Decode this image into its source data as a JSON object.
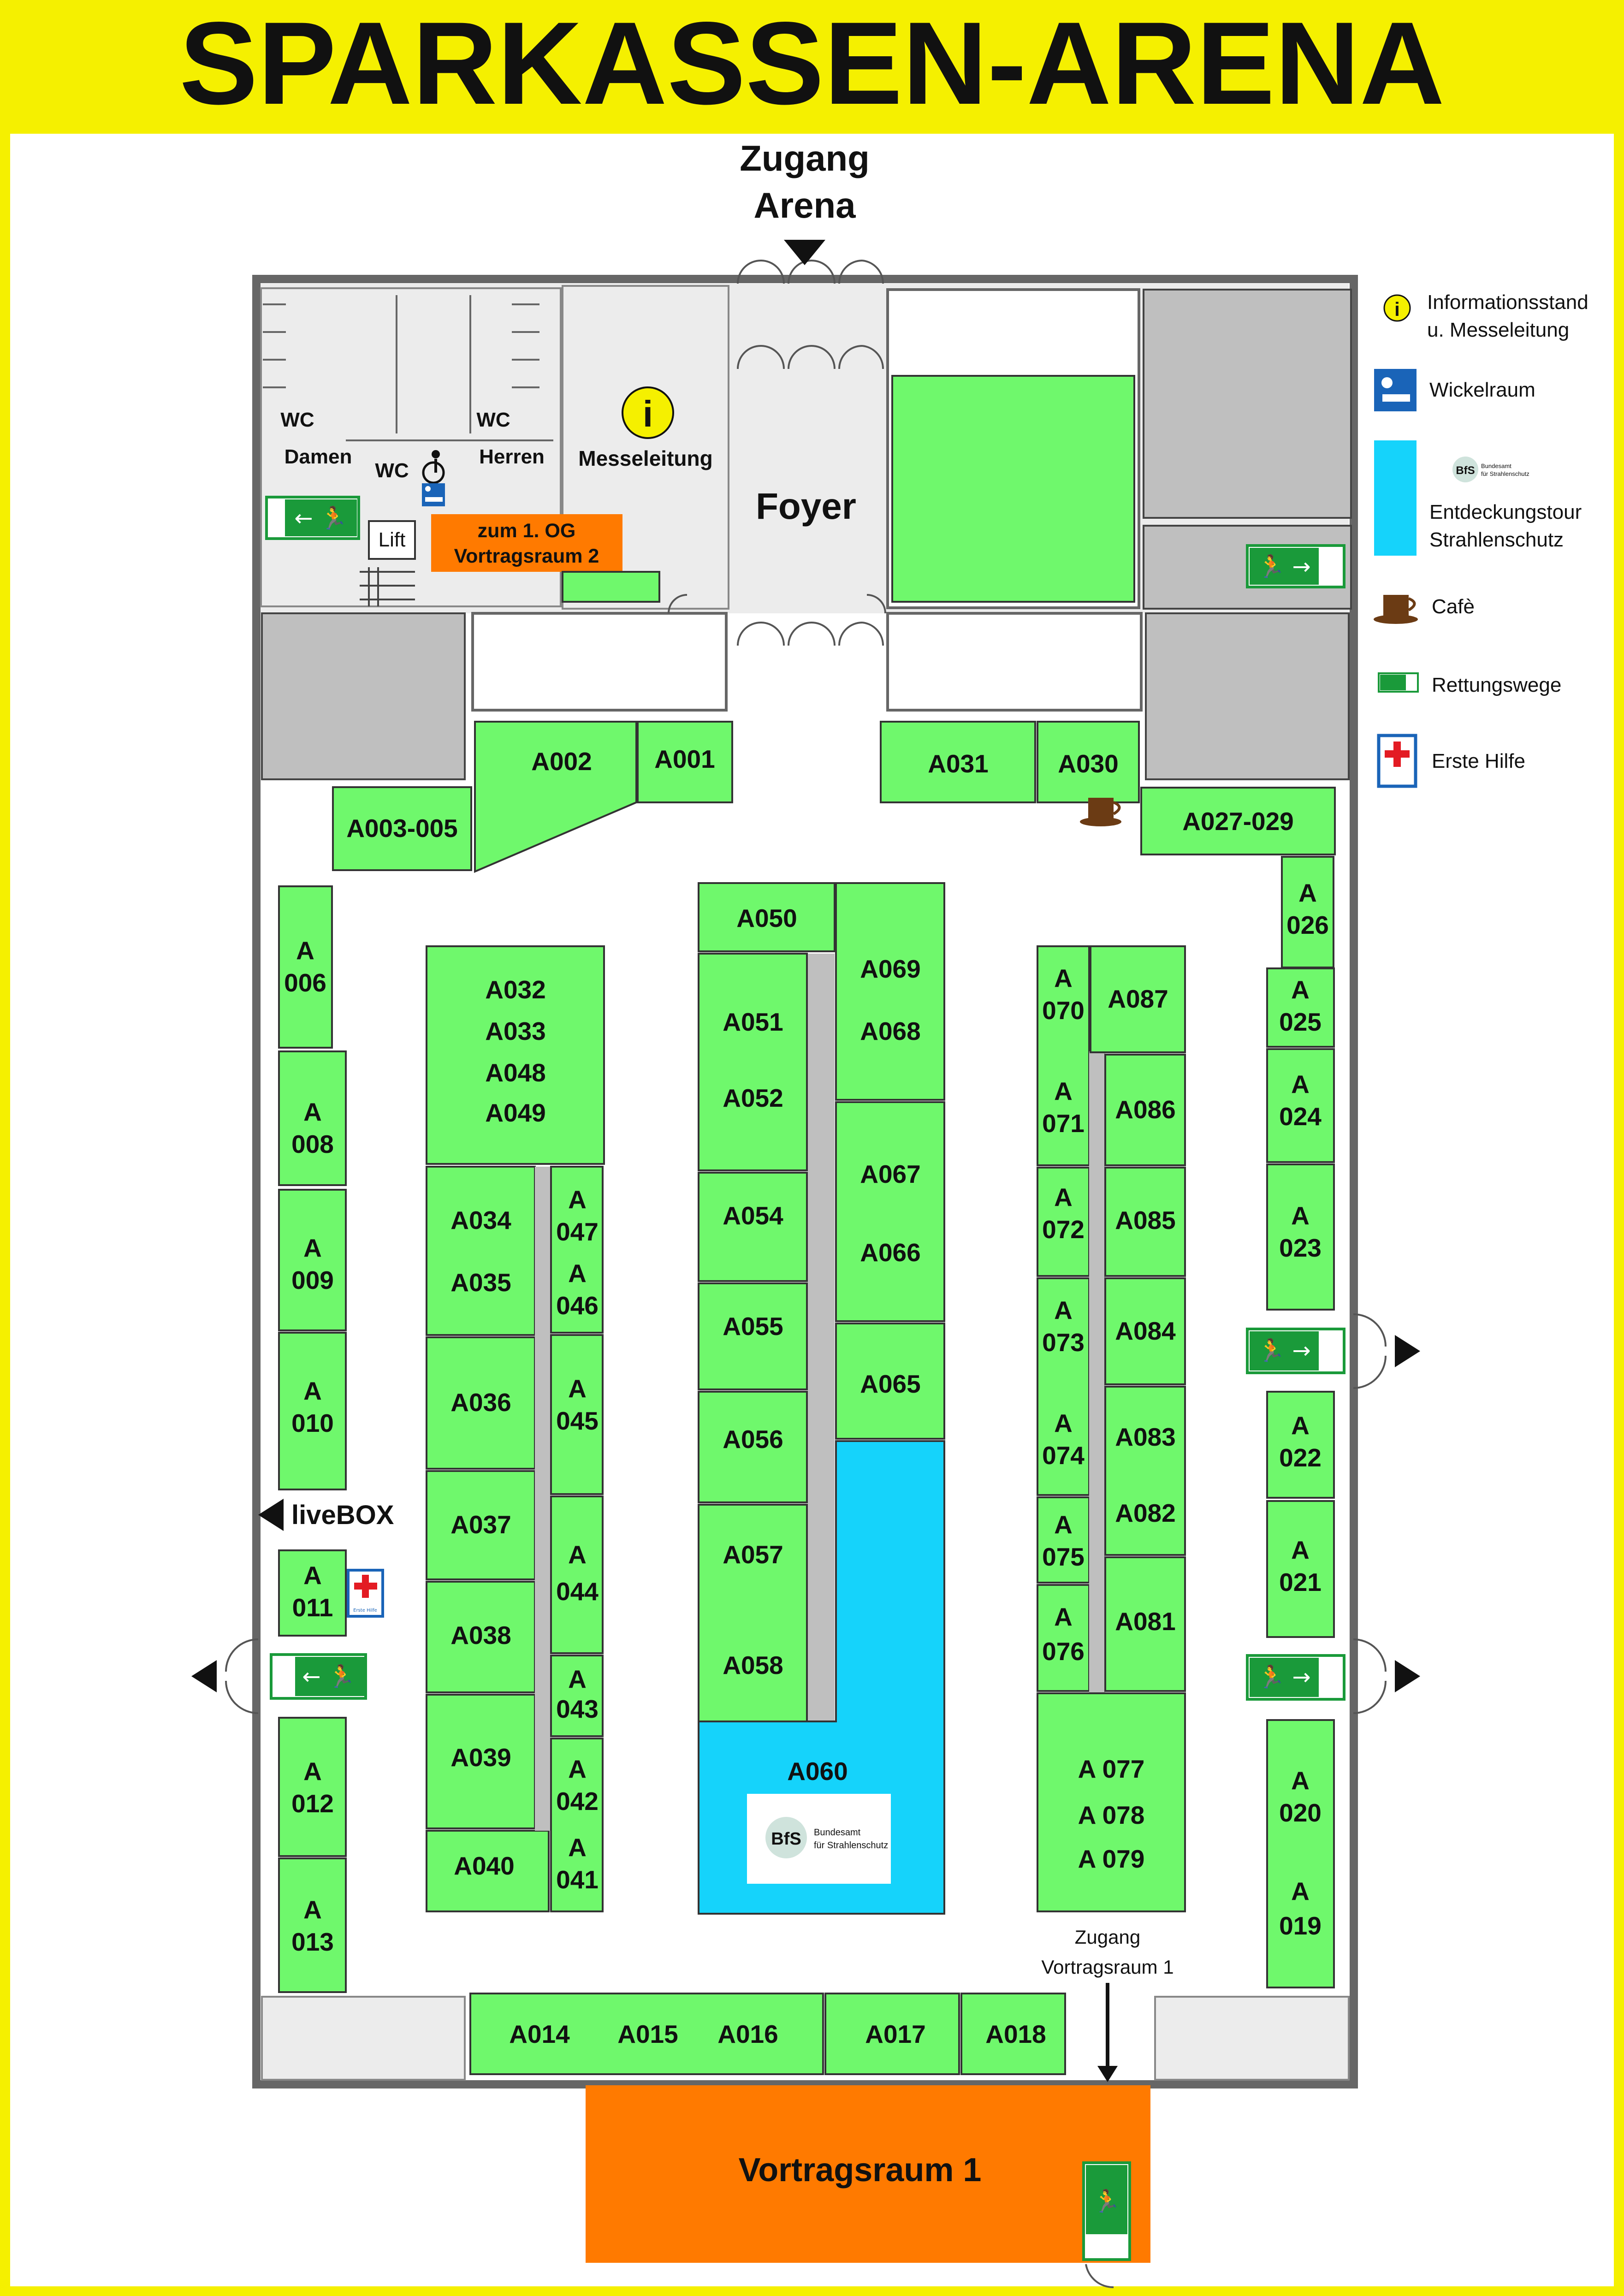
{
  "title": "SPARKASSEN-ARENA",
  "colors": {
    "frame": "#f5f000",
    "floor": "#6ff86c",
    "stand": "#6ff86c",
    "lecture": "#ff7a00",
    "bfs": "#15d3fb",
    "room_gray": "#bfbfbf",
    "exit_green": "#1a9a3a"
  },
  "labels": {
    "zugang_arena_line1": "Zugang",
    "zugang_arena_line2": "Arena",
    "foyer": "Foyer",
    "messeleitung": "Messeleitung",
    "wc_damen_1": "WC",
    "wc_damen_2": "Damen",
    "wc_herren_1": "WC",
    "wc_herren_2": "Herren",
    "wc_accessible": "WC",
    "lift": "Lift",
    "og_line1": "zum 1. OG",
    "og_line2": "Vortragsraum 2",
    "livebox": "liveBOX",
    "vortragsraum1": "Vortragsraum 1",
    "zugang_vr1_line1": "Zugang",
    "zugang_vr1_line2": "Vortragsraum 1",
    "info_i": "i",
    "bfs_logo_text": "BfS",
    "bfs_line1": "Bundesamt",
    "bfs_line2": "für Strahlenschutz"
  },
  "legend": [
    {
      "icon": "info-icon",
      "line1": "Informationsstand",
      "line2": "u. Messeleitung"
    },
    {
      "icon": "baby-changing-icon",
      "line1": "Wickelraum",
      "line2": ""
    },
    {
      "icon": "bfs-icon",
      "line1": "Entdeckungstour",
      "line2": "Strahlenschutz"
    },
    {
      "icon": "coffee-icon",
      "line1": "Cafè",
      "line2": ""
    },
    {
      "icon": "exit-icon",
      "line1": "Rettungswege",
      "line2": ""
    },
    {
      "icon": "first-aid-icon",
      "line1": "Erste Hilfe",
      "line2": ""
    }
  ],
  "legend_bfs_small_1": "Bundesamt",
  "legend_bfs_small_2": "für Strahlenschutz",
  "first_aid_small": "Erste Hilfe",
  "stands": {
    "A001": "A001",
    "A002": "A002",
    "A003_005": "A003-005",
    "A006_1": "A",
    "A006_2": "006",
    "A008_1": "A",
    "A008_2": "008",
    "A009_1": "A",
    "A009_2": "009",
    "A010_1": "A",
    "A010_2": "010",
    "A011_1": "A",
    "A011_2": "011",
    "A012_1": "A",
    "A012_2": "012",
    "A013_1": "A",
    "A013_2": "013",
    "A014": "A014",
    "A015": "A015",
    "A016": "A016",
    "A017": "A017",
    "A018": "A018",
    "A019_1": "A",
    "A019_2": "019",
    "A020_1": "A",
    "A020_2": "020",
    "A021_1": "A",
    "A021_2": "021",
    "A022_1": "A",
    "A022_2": "022",
    "A023_1": "A",
    "A023_2": "023",
    "A024_1": "A",
    "A024_2": "024",
    "A025_1": "A",
    "A025_2": "025",
    "A026_1": "A",
    "A026_2": "026",
    "A027_029": "A027-029",
    "A030": "A030",
    "A031": "A031",
    "A032": "A032",
    "A033": "A033",
    "A048": "A048",
    "A049": "A049",
    "A034": "A034",
    "A035": "A035",
    "A036": "A036",
    "A037": "A037",
    "A038": "A038",
    "A039": "A039",
    "A040": "A040",
    "A041_1": "A",
    "A041_2": "041",
    "A042_1": "A",
    "A042_2": "042",
    "A043_1": "A",
    "A043_2": "043",
    "A044_1": "A",
    "A044_2": "044",
    "A045_1": "A",
    "A045_2": "045",
    "A046_1": "A",
    "A046_2": "046",
    "A047_1": "A",
    "A047_2": "047",
    "A050": "A050",
    "A051": "A051",
    "A052": "A052",
    "A054": "A054",
    "A055": "A055",
    "A056": "A056",
    "A057": "A057",
    "A058": "A058",
    "A060": "A060",
    "A065": "A065",
    "A066": "A066",
    "A067": "A067",
    "A068": "A068",
    "A069": "A069",
    "A070_1": "A",
    "A070_2": "070",
    "A071_1": "A",
    "A071_2": "071",
    "A072_1": "A",
    "A072_2": "072",
    "A073_1": "A",
    "A073_2": "073",
    "A074_1": "A",
    "A074_2": "074",
    "A075_1": "A",
    "A075_2": "075",
    "A076_1": "A",
    "A076_2": "076",
    "A077": "A 077",
    "A078": "A 078",
    "A079": "A 079",
    "A081": "A081",
    "A082": "A082",
    "A083": "A083",
    "A084": "A084",
    "A085": "A085",
    "A086": "A086",
    "A087": "A087"
  }
}
